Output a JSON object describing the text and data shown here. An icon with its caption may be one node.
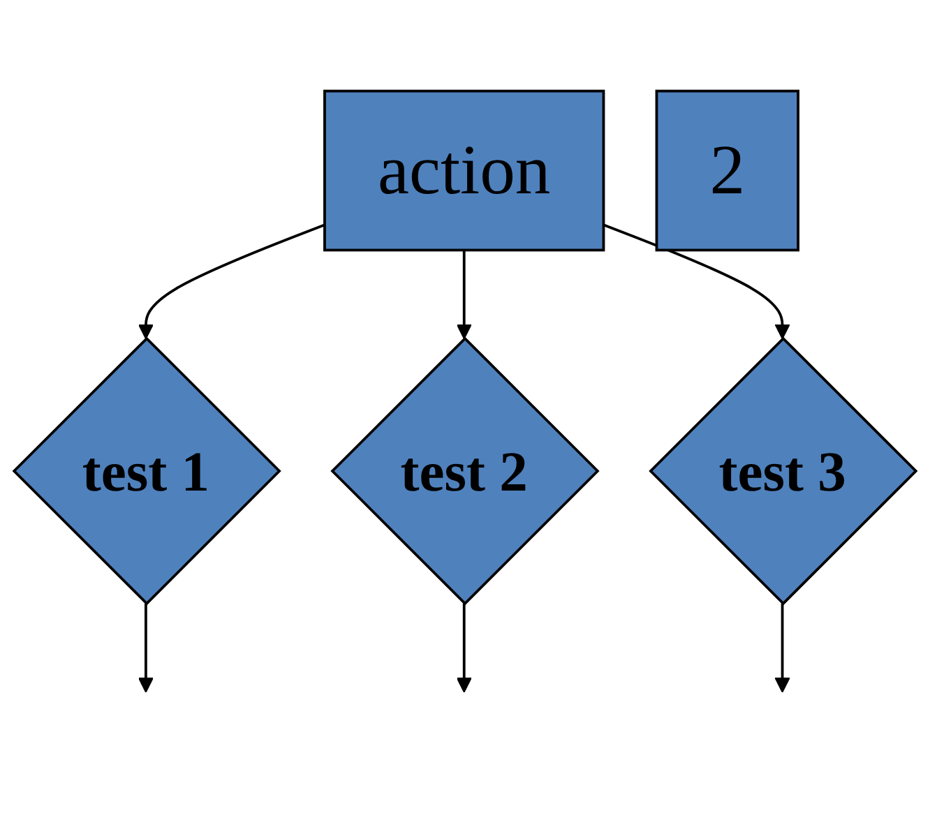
{
  "diagram": {
    "nodes": [
      {
        "text": [
          "action"
        ]
      },
      {
        "text": [
          "2"
        ]
      },
      {
        "text": [
          "test 1"
        ]
      },
      {
        "text": [
          "test 2"
        ]
      },
      {
        "text": [
          "test 3"
        ]
      }
    ],
    "edges": [
      {
        "from": 0,
        "to": 2,
        "arrow": "to"
      },
      {
        "from": 0,
        "to": 3,
        "arrow": "to"
      },
      {
        "from": 0,
        "to": 4,
        "arrow": "to"
      },
      {
        "from": 2,
        "to": null,
        "arrow": "to"
      },
      {
        "from": 3,
        "to": null,
        "arrow": "to"
      },
      {
        "from": 4,
        "to": null,
        "arrow": "to"
      }
    ]
  }
}
